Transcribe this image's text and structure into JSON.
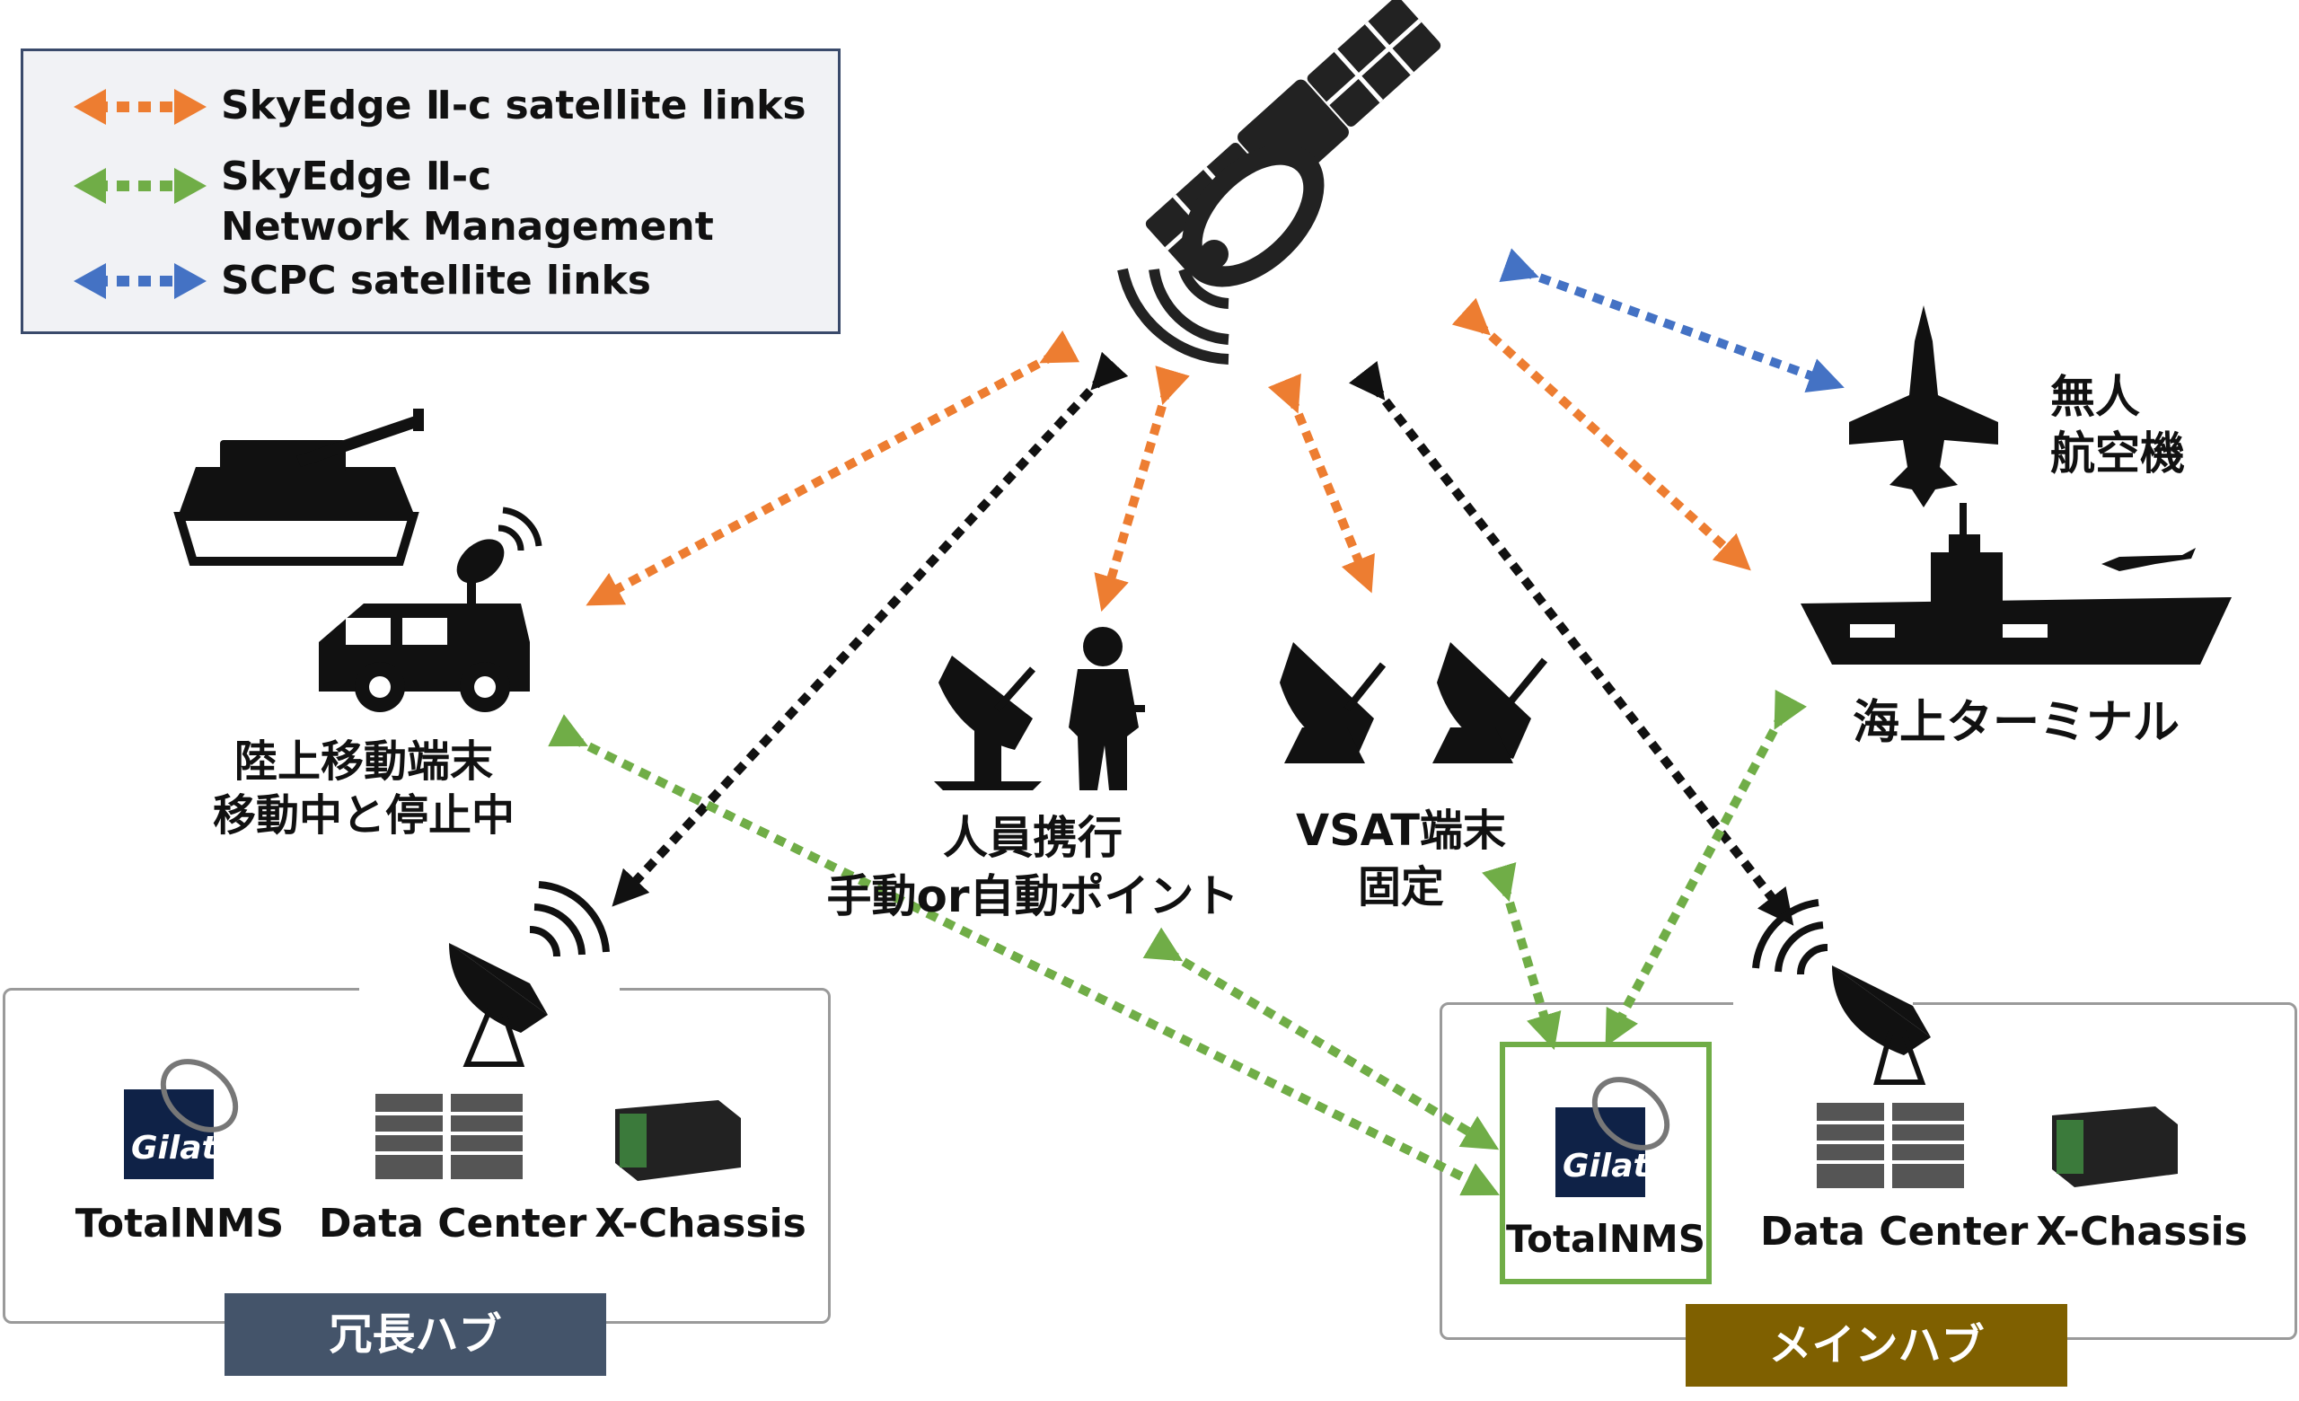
{
  "legend": {
    "items": [
      {
        "line1": "SkyEdge Ⅱ-c satellite links",
        "line2": "",
        "color": "#ed7d31"
      },
      {
        "line1": "SkyEdge Ⅱ-c",
        "line2": "Network Management",
        "color": "#70ad47"
      },
      {
        "line1": "SCPC satellite links",
        "line2": "",
        "color": "#4472c4"
      }
    ]
  },
  "nodes": {
    "uav": {
      "line1": "無人",
      "line2": "航空機"
    },
    "maritime": {
      "label": "海上ターミナル"
    },
    "land_mobile": {
      "line1": "陸上移動端末",
      "line2": "移動中と停止中"
    },
    "manpack": {
      "line1": "人員携行",
      "line2": "手動or自動ポイント"
    },
    "vsat": {
      "line1": "VSAT端末",
      "line2": "固定"
    }
  },
  "redundant_hub": {
    "tag": "冗長ハブ",
    "tag_color": "#44546a",
    "items": [
      "TotalNMS",
      "Data Center",
      "X-Chassis"
    ],
    "logo_text": "Gilat"
  },
  "main_hub": {
    "tag": "メインハブ",
    "tag_color": "#7f6000",
    "items": [
      "TotalNMS",
      "Data Center",
      "X-Chassis"
    ],
    "logo_text": "Gilat",
    "highlight_color": "#70ad47"
  },
  "link_colors": {
    "orange": "#ed7d31",
    "green": "#70ad47",
    "blue": "#4472c4",
    "black": "#111111"
  }
}
